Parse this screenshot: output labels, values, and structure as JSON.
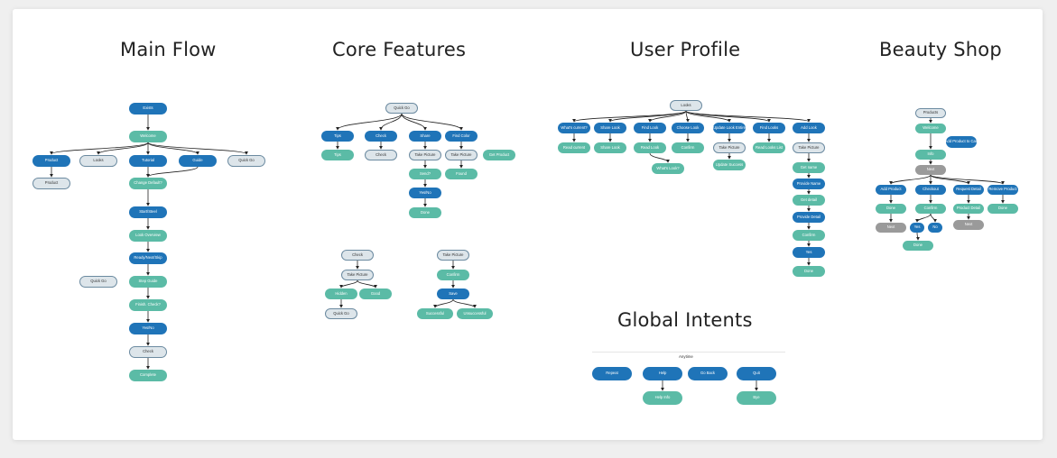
{
  "titles": {
    "main_flow": "Main Flow",
    "core_features": "Core Features",
    "user_profile": "User Profile",
    "beauty_shop": "Beauty Shop",
    "global_intents": "Global Intents"
  },
  "colors": {
    "blue": "#1f74b8",
    "green": "#5bbba6",
    "light": "#dde5ea",
    "gray": "#9a9a9a",
    "edge": "#222222"
  },
  "main_flow": {
    "exists": "Exists",
    "welcome": "Welcome",
    "product": "Product",
    "looks": "Looks",
    "tutorial": "Tutorial",
    "guide": "Guide",
    "quick_go": "Quick Go",
    "product_2": "Product",
    "change_default": "Change Default?",
    "start_steel": "Start/Steel",
    "look_overview": "Look Overview",
    "ready_next_skip": "Ready/Next/Skip",
    "quick_go_2": "Quick Go",
    "step_guide": "Step Guide",
    "finish_check": "Finish. Check?",
    "yes_no": "Yes/No",
    "check": "Check",
    "complete": "Complete"
  },
  "core_features": {
    "quick_go": "Quick Go",
    "tips": "Tips",
    "check": "Check",
    "share": "Share",
    "find_color": "Find Color",
    "tips_2": "Tips",
    "check_2": "Check",
    "take_picture": "Take Picture",
    "take_picture_2": "Take Picture",
    "get_product": "Get Product",
    "send": "Send?",
    "found": "Found",
    "yes_no": "Yes/No",
    "done": "Done",
    "sub1_check": "Check",
    "sub1_take_picture": "Take Picture",
    "sub1_hidden": "Hidden",
    "sub1_good": "Good",
    "sub1_quick_go": "Quick Go",
    "sub2_take_picture": "Take Picture",
    "sub2_confirm": "Confirm",
    "sub2_save": "Save",
    "sub2_successful": "Successful",
    "sub2_unsuccessful": "Unsuccessful"
  },
  "user_profile": {
    "looks": "Looks",
    "whats_current": "What's current?",
    "share_look": "Share Look",
    "find_look": "Find Look",
    "choose_look": "Choose Look",
    "update_look": "Update Look Entire",
    "find_looks": "Find Looks",
    "add_look": "Add Look",
    "read_current": "Read current",
    "share_look_2": "Share Look",
    "read_look": "Read Look",
    "confirm": "Confirm",
    "take_picture": "Take Picture",
    "read_looks_list": "Read Looks List",
    "take_picture_2": "Take Picture",
    "whats_look": "What's Look?",
    "update_success": "Update Success",
    "get_name": "Get name",
    "provide_name": "Provide Name",
    "get_detail": "Get detail",
    "provide_detail": "Provide Detail",
    "confirm_2": "Confirm",
    "yes": "Yes",
    "done": "Done"
  },
  "beauty_shop": {
    "products": "Products",
    "welcome": "Welcome",
    "add_product_to_cart": "Add Product to Cart",
    "info": "Info",
    "next": "Next",
    "add_product": "Add Product",
    "checkout": "Checkout",
    "request_detail": "Request Detail",
    "remove_product": "Remove Product",
    "done": "Done",
    "confirm": "Confirm",
    "product_detail": "Product Detail",
    "done_2": "Done",
    "next_2": "Next",
    "yes": "Yes",
    "no": "No",
    "next_3": "Next",
    "done_3": "Done"
  },
  "global_intents": {
    "anytime": "Anytime",
    "repeat": "Repeat",
    "help": "Help",
    "go_back": "Go Back",
    "quit": "Quit",
    "help_info": "Help Info",
    "bye": "Bye"
  }
}
